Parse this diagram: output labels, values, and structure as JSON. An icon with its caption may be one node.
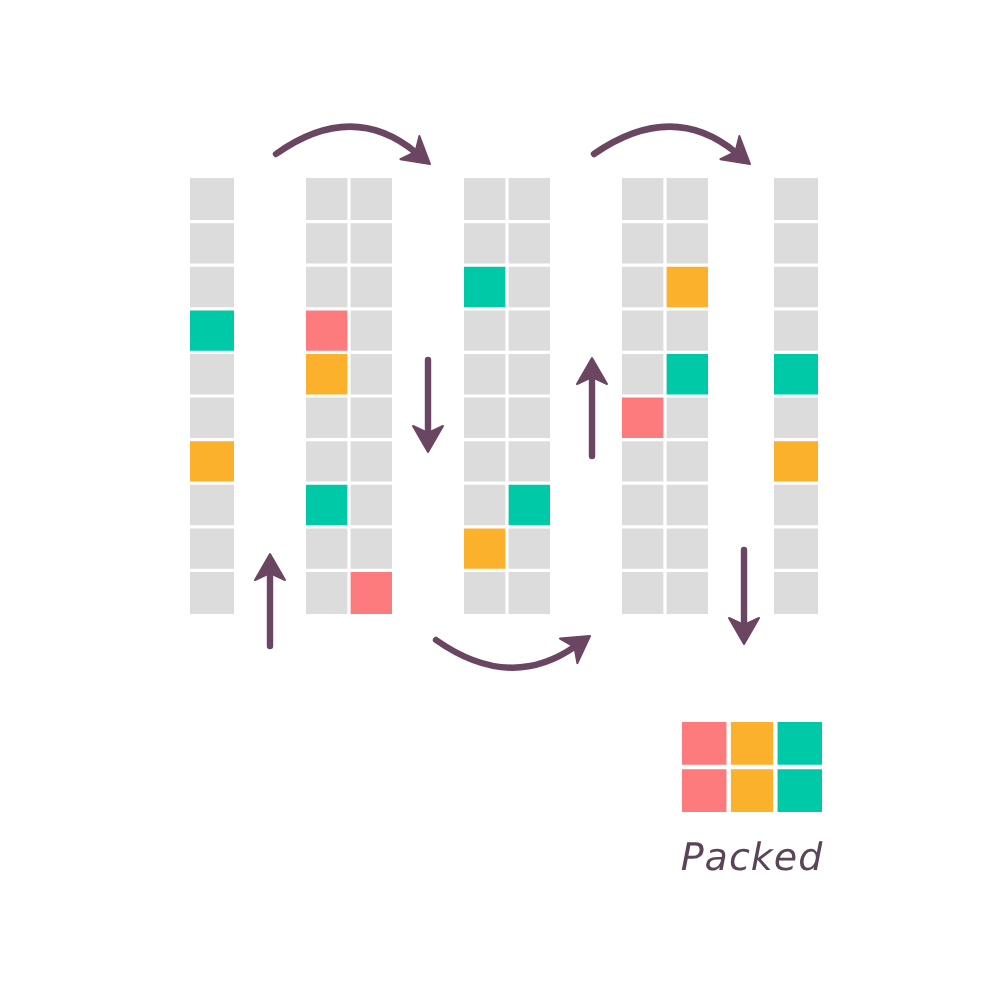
{
  "diagram": {
    "nodes": [
      {
        "text": [],
        "shape": "grid"
      },
      {
        "text": [],
        "shape": "grid"
      },
      {
        "text": [],
        "shape": "grid"
      },
      {
        "text": [],
        "shape": "grid"
      },
      {
        "text": [],
        "shape": "grid"
      },
      {
        "text": [],
        "shape": "grid",
        "beside": [
          "Packed"
        ]
      }
    ]
  }
}
